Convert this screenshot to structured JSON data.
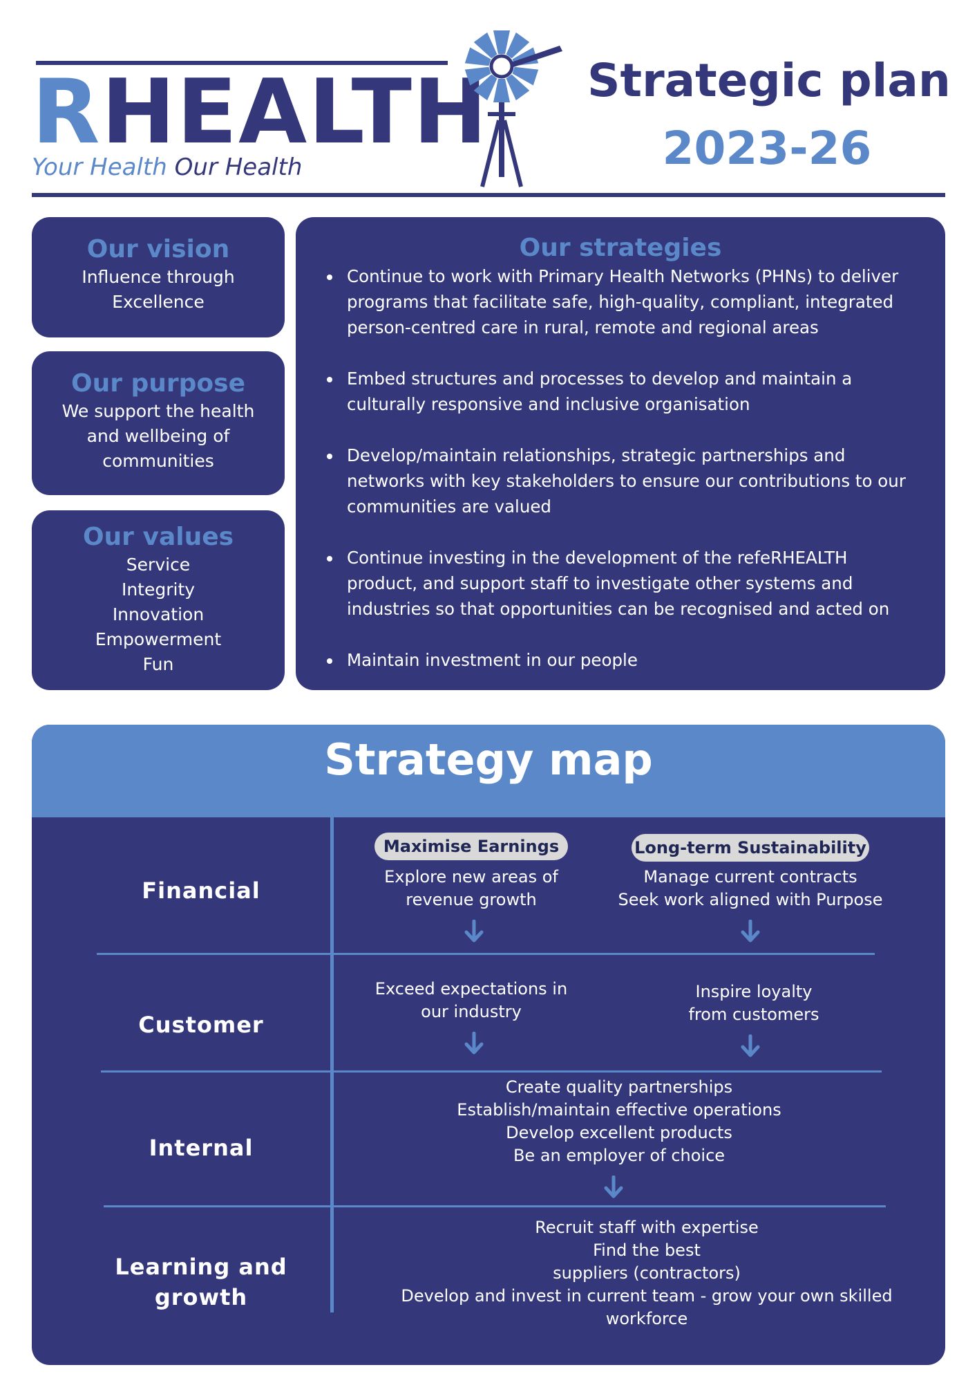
{
  "brand": {
    "logo_lead": "R",
    "logo_rest": "HEALTH",
    "tagline_a": "Your Health",
    "tagline_b": "Our Health"
  },
  "plan": {
    "title": "Strategic plan",
    "years": "2023-26"
  },
  "vision": {
    "title": "Our vision",
    "lines": [
      "Influence through",
      "Excellence"
    ]
  },
  "purpose": {
    "title": "Our purpose",
    "lines": [
      "We support the health",
      "and wellbeing of",
      "communities"
    ]
  },
  "values": {
    "title": "Our values",
    "items": [
      "Service",
      "Integrity",
      "Innovation",
      "Empowerment",
      "Fun"
    ]
  },
  "strategies": {
    "title": "Our strategies",
    "items": [
      "Continue to work with Primary Health Networks (PHNs) to deliver programs that facilitate safe, high-quality, compliant, integrated person-centred care in rural, remote and regional areas",
      "Embed structures and processes to develop and maintain a culturally responsive and inclusive organisation",
      "Develop/maintain relationships, strategic partnerships and networks with key stakeholders to ensure our contributions to our communities are valued",
      "Continue investing in the development of the refeRHEALTH product, and support staff to investigate other systems and industries so that opportunities can be recognised and acted on",
      "Maintain investment in our people"
    ]
  },
  "map": {
    "title": "Strategy map",
    "rows": {
      "financial": "Financial",
      "customer": "Customer",
      "internal": "Internal",
      "learning": [
        "Learning and",
        "growth"
      ]
    },
    "financial": {
      "left_pill": "Maximise Earnings",
      "left_lines": [
        "Explore new areas of",
        "revenue growth"
      ],
      "right_pill": "Long-term Sustainability",
      "right_lines": [
        "Manage current contracts",
        "Seek work aligned with Purpose"
      ]
    },
    "customer": {
      "left_lines": [
        "Exceed expectations in",
        "our industry"
      ],
      "right_lines": [
        "Inspire loyalty",
        "from customers"
      ]
    },
    "internal": {
      "lines": [
        "Create quality partnerships",
        "Establish/maintain effective operations",
        "Develop excellent products",
        "Be an employer of choice"
      ]
    },
    "learning": {
      "lines": [
        "Recruit staff with expertise",
        "Find the best",
        "suppliers (contractors)",
        "Develop and invest in current team - grow your own skilled",
        "workforce"
      ]
    }
  }
}
